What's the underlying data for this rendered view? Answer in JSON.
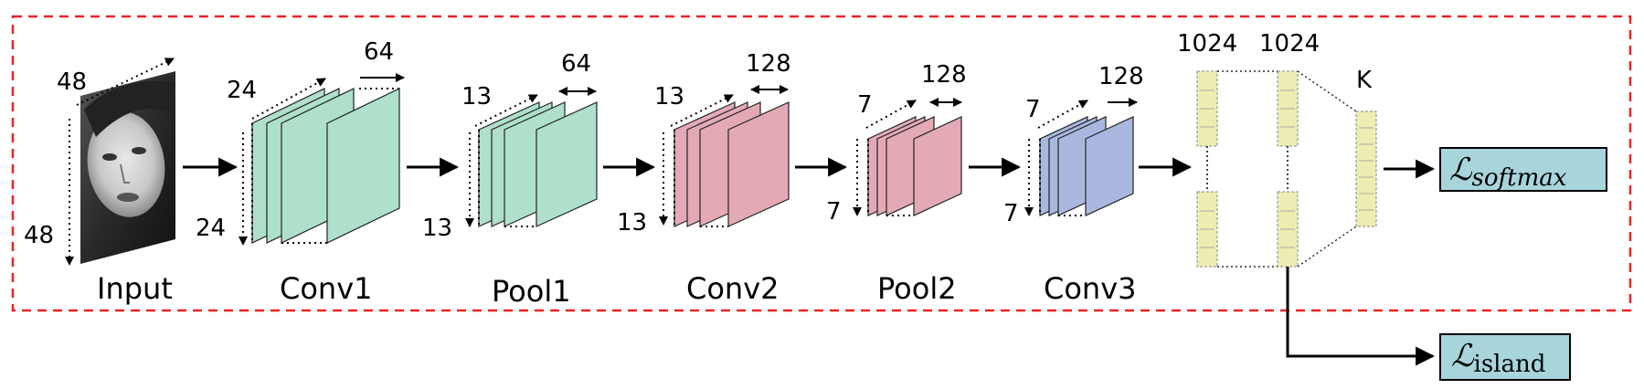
{
  "stages": {
    "input": {
      "name": "Input",
      "size_top": "48",
      "size_left": "48"
    },
    "conv1": {
      "name": "Conv1",
      "size_top": "24",
      "size_left": "24",
      "depth": "64"
    },
    "pool1": {
      "name": "Pool1",
      "size_top": "13",
      "size_left": "13",
      "depth": "64"
    },
    "conv2": {
      "name": "Conv2",
      "size_top": "13",
      "size_left": "13",
      "depth": "128"
    },
    "pool2": {
      "name": "Pool2",
      "size_top": "7",
      "size_left": "7",
      "depth": "128"
    },
    "conv3": {
      "name": "Conv3",
      "size_top": "7",
      "size_left": "7",
      "depth": "128"
    }
  },
  "fc": {
    "fc1": "1024",
    "fc2": "1024",
    "out": "K"
  },
  "losses": {
    "softmax": {
      "symbol": "ℒ",
      "subscript": "softmax"
    },
    "island": {
      "symbol": "ℒ",
      "subscript": "island"
    }
  },
  "colors": {
    "conv_green": "#aee0cc",
    "conv_pink": "#e3aab6",
    "conv_blue": "#aab8e0",
    "fc_yellow": "#ecedb2",
    "loss_box": "#a8d4dc",
    "frame_dash": "#ee2222"
  },
  "icons": {
    "input": "face-image-icon"
  }
}
